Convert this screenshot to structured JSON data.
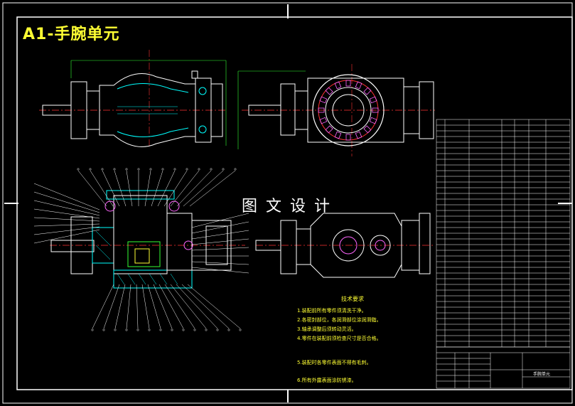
{
  "drawing": {
    "title": "A1-手腕单元",
    "watermark": "图文设计",
    "tech_requirements": {
      "title": "技术要求",
      "notes": [
        "1.装配前所有零件须清洗干净。",
        "2.各密封部位，各润滑部位涂润滑脂。",
        "3.轴承调整后须转动灵活。",
        "4.零件在装配前须检查尺寸是否合格。",
        "5.装配时各零件表面不得有毛刺。",
        "6.所有外露表面涂防锈漆。"
      ]
    },
    "title_block": {
      "drawing_name": "手腕单元"
    }
  },
  "colors": {
    "background": "#000000",
    "outline": "#ffffff",
    "part": "#00ffff",
    "centerline": "#ff3333",
    "dimension": "#33ff33",
    "accent": "#ffff33",
    "highlight": "#ff66ff"
  }
}
